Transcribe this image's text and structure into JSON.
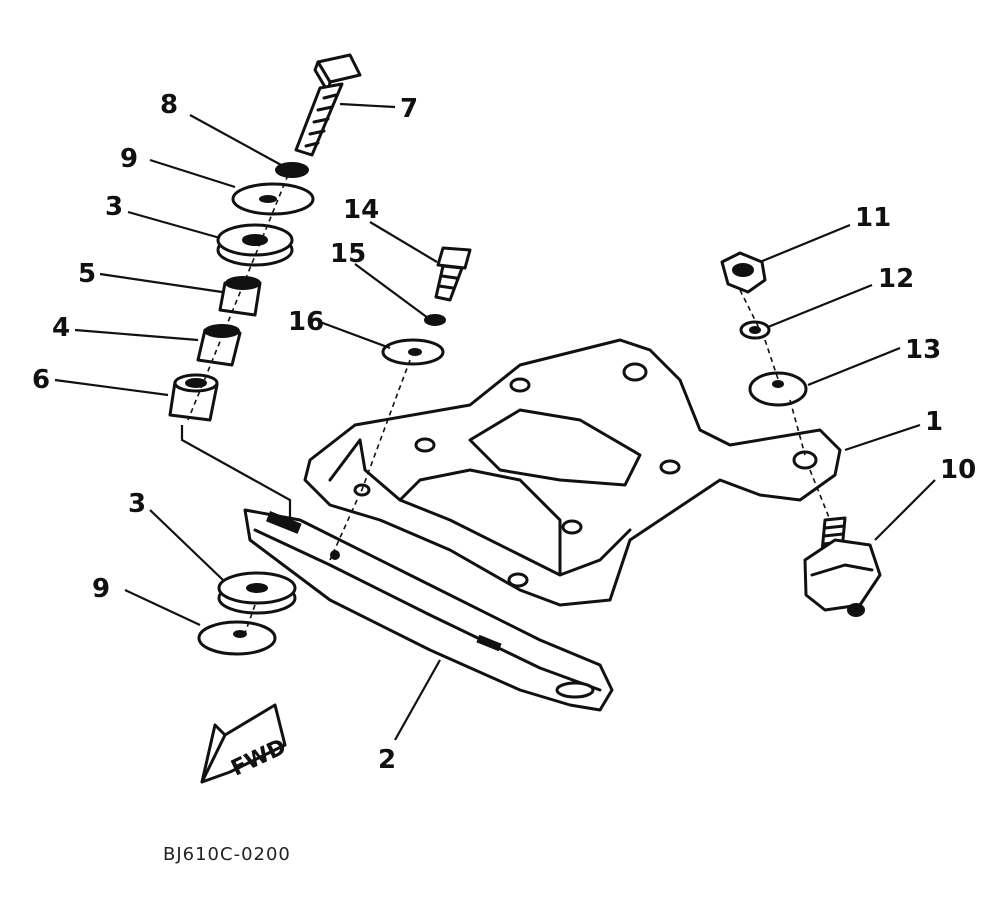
{
  "diagram": {
    "callouts": {
      "c1": "1",
      "c2": "2",
      "c3a": "3",
      "c3b": "3",
      "c4": "4",
      "c5": "5",
      "c6": "6",
      "c7": "7",
      "c8": "8",
      "c9a": "9",
      "c9b": "9",
      "c10": "10",
      "c11": "11",
      "c12": "12",
      "c13": "13",
      "c14": "14",
      "c15": "15",
      "c16": "16"
    },
    "fwd_label": "FWD",
    "figure_code": "BJ610C-0200"
  }
}
